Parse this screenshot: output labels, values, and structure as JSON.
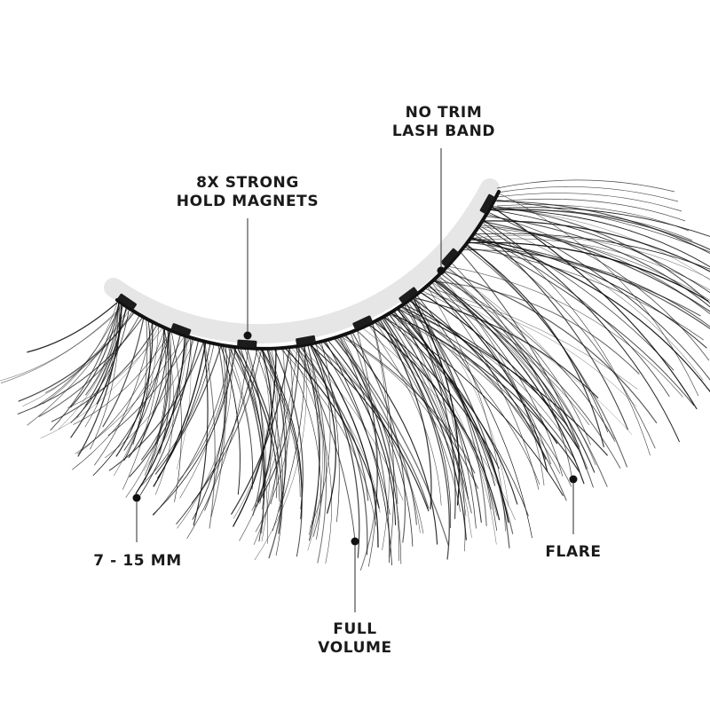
{
  "callouts": {
    "no_trim": {
      "line1": "NO TRIM",
      "line2": "LASH BAND"
    },
    "magnets": {
      "line1": "8X STRONG",
      "line2": "HOLD MAGNETS"
    },
    "length": {
      "text": "7 - 15 MM"
    },
    "volume": {
      "line1": "FULL",
      "line2": "VOLUME"
    },
    "flare": {
      "text": "FLARE"
    }
  },
  "colors": {
    "background": "#ffffff",
    "lash": "#111111",
    "text": "#1a1a1a",
    "leader": "#555555"
  }
}
